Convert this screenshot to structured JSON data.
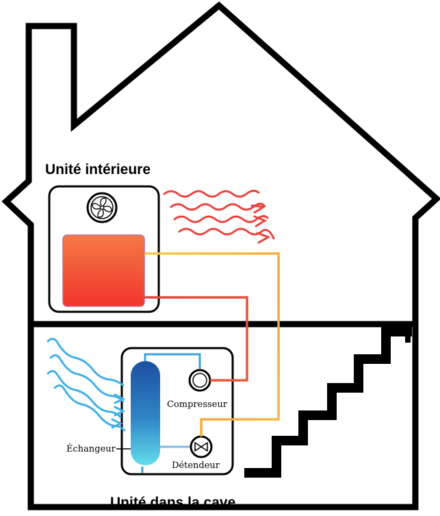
{
  "labels": {
    "indoor_unit": "Unité intérieure",
    "cellar_unit": "Unité dans la cave",
    "compressor": "Compresseur",
    "expansion_valve": "Détendeur",
    "exchanger": "Échangeur"
  },
  "icons": {
    "fan": "fan-icon",
    "compressor": "compressor-icon",
    "valve": "expansion-valve-icon"
  },
  "colors": {
    "outline": "#000000",
    "hot_pipe": "#e8403a",
    "warm_pipe": "#f5b935",
    "hot_air": "#e9423c",
    "cold_air": "#3fb0e8",
    "exchanger_top": "#1e5aa8",
    "exchanger_bottom": "#5cd6ea",
    "radiator_top": "#f47040",
    "radiator_bottom": "#f23a30"
  }
}
